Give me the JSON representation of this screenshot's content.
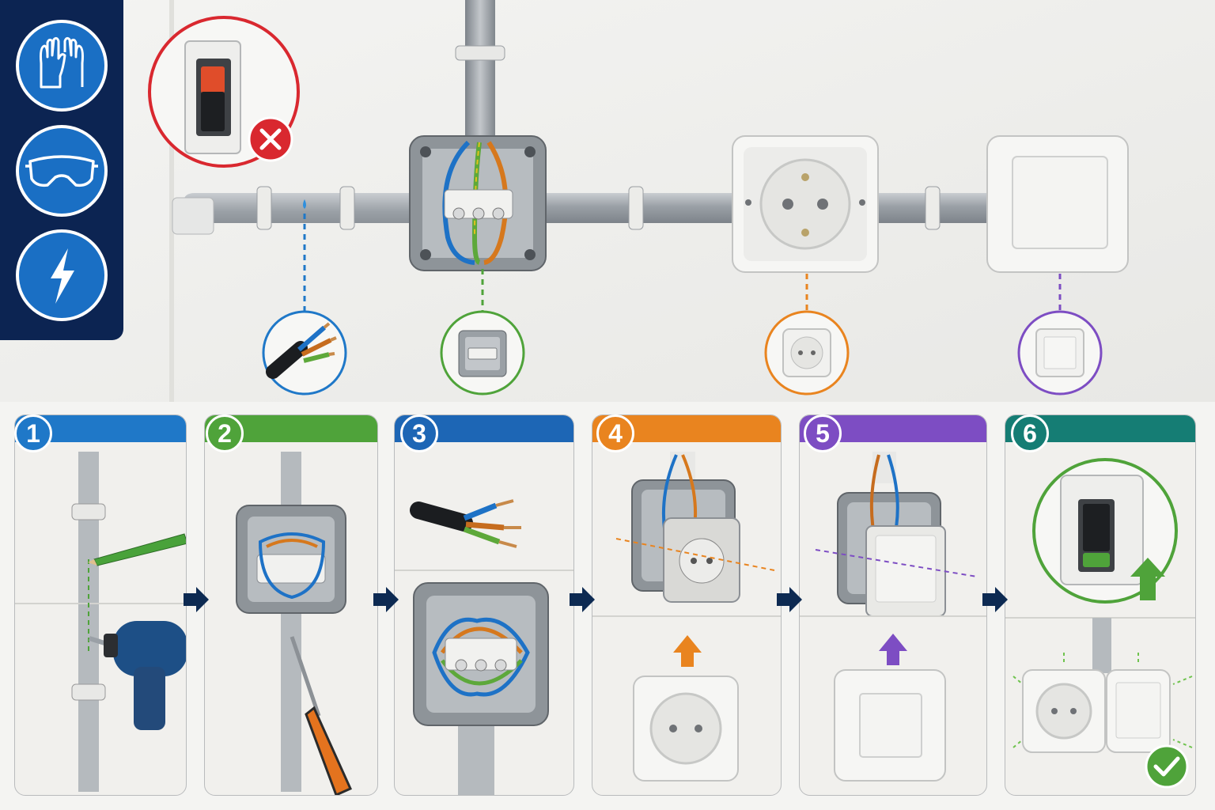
{
  "colors": {
    "sidebar_bg": "#0c2452",
    "safety_blue": "#1a6fc4",
    "warning_red": "#d9282f",
    "step1": "#1f78c8",
    "step2": "#4fa33a",
    "step3": "#1d66b5",
    "step4": "#e9841f",
    "step5": "#7d4dc3",
    "step6": "#157d74",
    "arrow": "#0d2a52"
  },
  "safety_icons": [
    "gloves-icon",
    "safety-goggles-icon",
    "lightning-icon"
  ],
  "breaker_warning": {
    "icon": "close-icon"
  },
  "callouts": [
    {
      "name": "cable-callout",
      "icon": "cable-icon",
      "color": "#1f78c8"
    },
    {
      "name": "junction-box-callout",
      "icon": "junction-box-icon",
      "color": "#4fa33a"
    },
    {
      "name": "socket-callout",
      "icon": "socket-icon",
      "color": "#e9841f"
    },
    {
      "name": "switch-callout",
      "icon": "switch-icon",
      "color": "#7d4dc3"
    }
  ],
  "steps": [
    {
      "number": "1",
      "color": "#1f78c8"
    },
    {
      "number": "2",
      "color": "#4fa33a"
    },
    {
      "number": "3",
      "color": "#1d66b5"
    },
    {
      "number": "4",
      "color": "#e9841f"
    },
    {
      "number": "5",
      "color": "#7d4dc3"
    },
    {
      "number": "6",
      "color": "#157d74"
    }
  ],
  "step_arrows": [
    "arrow-right-icon",
    "arrow-right-icon",
    "arrow-right-icon",
    "arrow-right-icon",
    "arrow-right-icon"
  ],
  "final_check": {
    "icon": "check-icon"
  }
}
